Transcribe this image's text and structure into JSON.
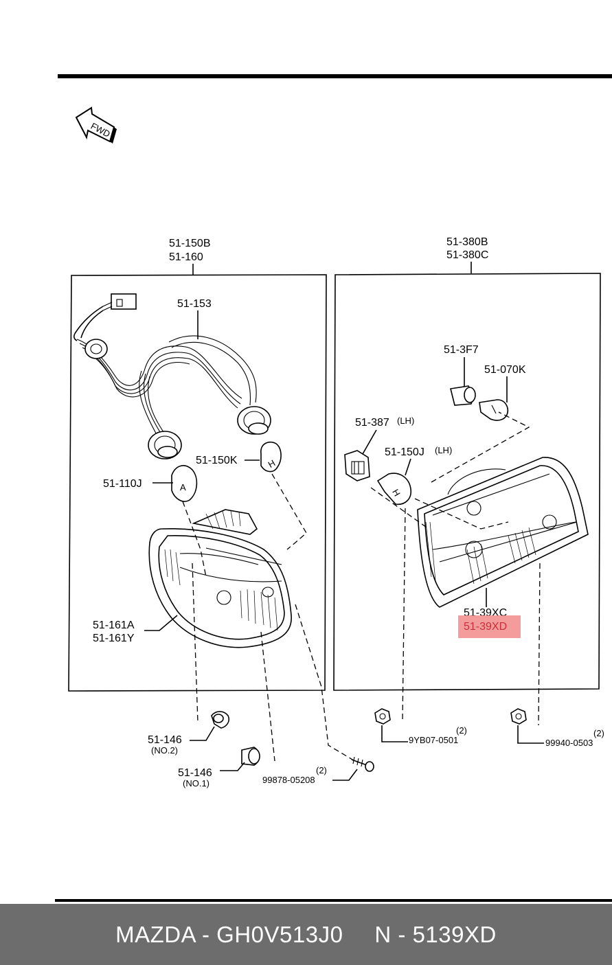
{
  "fwd_label": "FWD",
  "labels": {
    "left_group_1": "51-150B",
    "left_group_2": "51-160",
    "harness": "51-153",
    "bulb_k": "51-150K",
    "bulb_j": "51-110J",
    "lamp_left_1": "51-161A",
    "lamp_left_2": "51-161Y",
    "right_group_1": "51-380B",
    "right_group_2": "51-380C",
    "socket_3f7": "51-3F7",
    "bulb_070k": "51-070K",
    "socket_387": "51-387",
    "lh_a": "(LH)",
    "bulb_150j": "51-150J",
    "lh_b": "(LH)",
    "lamp_right_1": "51-39XC",
    "lamp_right_2": "51-39XD",
    "clip_no2": "51-146",
    "clip_no2_sub": "(NO.2)",
    "clip_no1": "51-146",
    "clip_no1_sub": "(NO.1)",
    "screw_qty": "(2)",
    "screw": "99878-05208",
    "nut_a": "9YB07-0501",
    "nut_a_qty": "(2)",
    "nut_b": "99940-0503",
    "nut_b_qty": "(2)"
  },
  "highlight_color": "#f28b8b",
  "footer": {
    "brand_part": "MAZDA - GH0V513J0",
    "catalog_no": "N - 5139XD"
  }
}
